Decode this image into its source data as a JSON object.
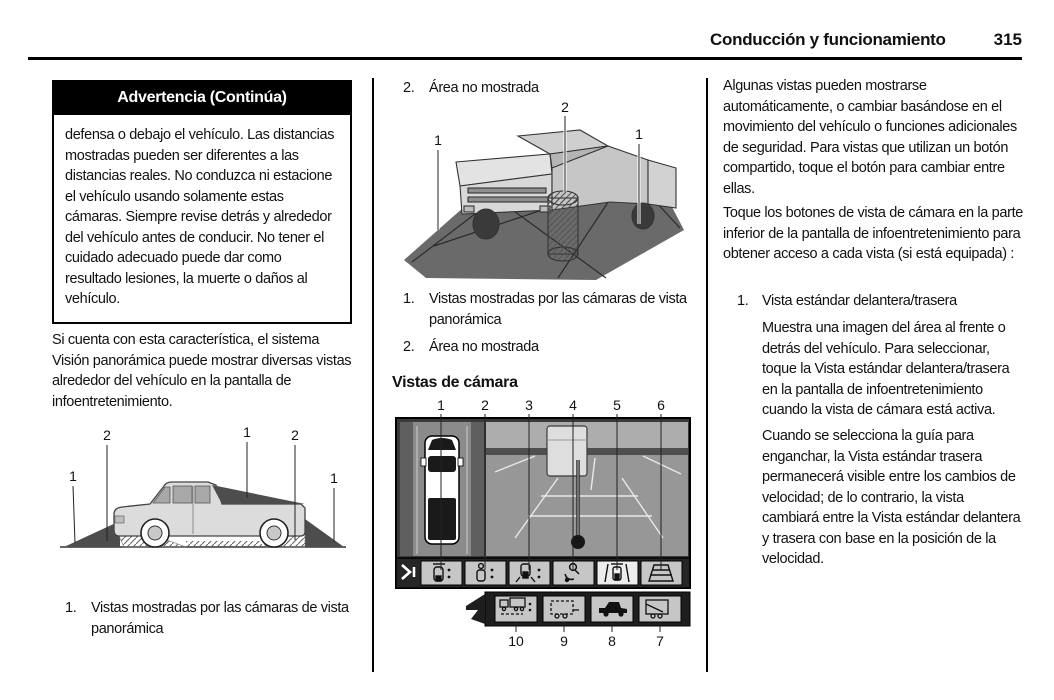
{
  "header": {
    "section_title": "Conducción y funcionamiento",
    "page_number": "315"
  },
  "left_column": {
    "warning_box": {
      "title": "Advertencia (Continúa)",
      "body": "defensa o debajo el vehículo. Las distancias mostradas pueden ser diferentes a las distancias reales. No conduzca ni estacione el vehículo usando solamente estas cámaras. Siempre revise detrás y alrededor del vehículo antes de conducir. No tener el cuidado adecuado puede dar como resultado lesiones, la muerte o daños al vehículo."
    },
    "intro_paragraph": "Si cuenta con esta característica, el sistema Visión panorámica puede mostrar diversas vistas alrededor del vehículo en la pantalla de infoentretenimiento.",
    "side_figure": {
      "callouts": [
        "1",
        "2",
        "1",
        "2",
        "1"
      ]
    },
    "legend": [
      {
        "number": "1.",
        "text": "Vistas mostradas por las cámaras de vista panorámica"
      }
    ]
  },
  "middle_column": {
    "legend_top": [
      {
        "number": "2.",
        "text": "Área no mostrada"
      }
    ],
    "front_figure": {
      "callouts": [
        "1",
        "2",
        "1"
      ]
    },
    "legend": [
      {
        "number": "1.",
        "text": "Vistas mostradas por las cámaras de vista panorámica"
      },
      {
        "number": "2.",
        "text": "Área no mostrada"
      }
    ],
    "section_heading": "Vistas de cámara",
    "screen_figure": {
      "expand_icon": "next-buttons-arrow-icon",
      "top_buttons": [
        {
          "callout": "1",
          "icon": "front-top-view-icon"
        },
        {
          "callout": "2",
          "icon": "rear-top-view-icon"
        },
        {
          "callout": "3",
          "icon": "front-wheels-view-icon"
        },
        {
          "callout": "4",
          "icon": "hitch-zoom-view-icon"
        },
        {
          "callout": "5",
          "icon": "rear-standard-view-icon"
        },
        {
          "callout": "6",
          "icon": "rear-vision-grid-icon"
        }
      ],
      "bottom_buttons": [
        {
          "callout": "10",
          "icon": "truck-trailer-view-icon"
        },
        {
          "callout": "9",
          "icon": "trailer-outline-view-icon"
        },
        {
          "callout": "8",
          "icon": "truck-side-view-icon"
        },
        {
          "callout": "7",
          "icon": "trailer-box-view-icon"
        }
      ]
    }
  },
  "right_column": {
    "paragraph_1": "Algunas vistas pueden mostrarse automáticamente, o cambiar basándose en el movimiento del vehículo o funciones adicionales de seguridad. Para vistas que utilizan un botón compartido, toque el botón para cambiar entre ellas.",
    "paragraph_2": "Toque los botones de vista de cámara en la parte inferior de la pantalla de infoentretenimiento para obtener acceso a cada vista (si está equipada) :",
    "list": [
      {
        "number": "1.",
        "title": "Vista estándar delantera/trasera",
        "paragraphs": [
          "Muestra una imagen del área al frente o detrás del vehículo. Para seleccionar, toque la Vista estándar delantera/trasera en la pantalla de infoentretenimiento cuando la vista de cámara está activa.",
          "Cuando se selecciona la guía para enganchar, la Vista estándar trasera permanecerá visible entre los cambios de velocidad; de lo contrario, la vista cambiará entre la Vista estándar delantera y trasera con base en la posición de la velocidad."
        ]
      }
    ]
  }
}
